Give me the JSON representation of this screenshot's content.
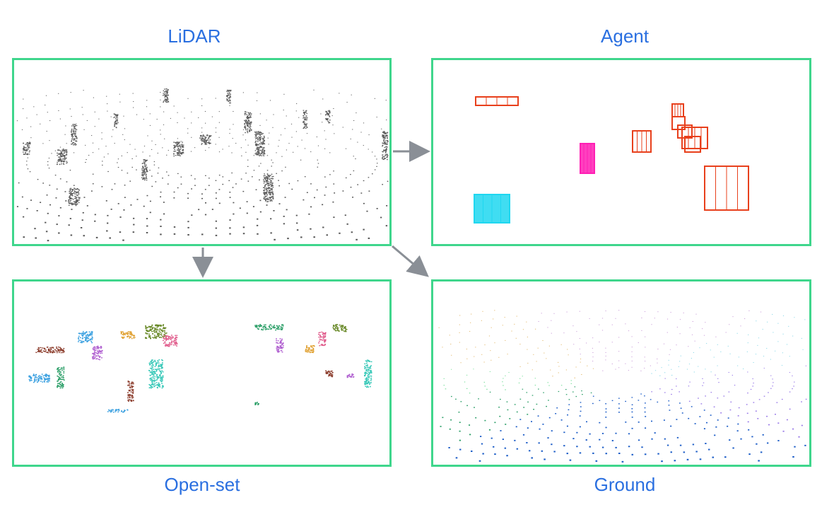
{
  "labels": {
    "lidar": "LiDAR",
    "agent": "Agent",
    "openset": "Open-set",
    "ground": "Ground"
  },
  "colors": {
    "border": "#3fd68c",
    "label": "#2a6fe0",
    "arrow": "#8a8f96",
    "points": "#5a5a5a",
    "agent_boxes": [
      "#e8401c",
      "#e8401c",
      "#e8401c",
      "#e8401c",
      "#e8401c",
      "#ff1fb4",
      "#1fd7f0"
    ],
    "ground_palette": [
      "#1f5fc8",
      "#2fa06a",
      "#9a7be8",
      "#7fe0a0",
      "#e2b86a",
      "#c99bd8",
      "#8ad8e8"
    ],
    "openset_palette": [
      "#8a3a2a",
      "#3aa0e0",
      "#2fa06a",
      "#b060d0",
      "#e0a030",
      "#6a8a2a",
      "#e05a8a",
      "#38c8b8"
    ]
  }
}
